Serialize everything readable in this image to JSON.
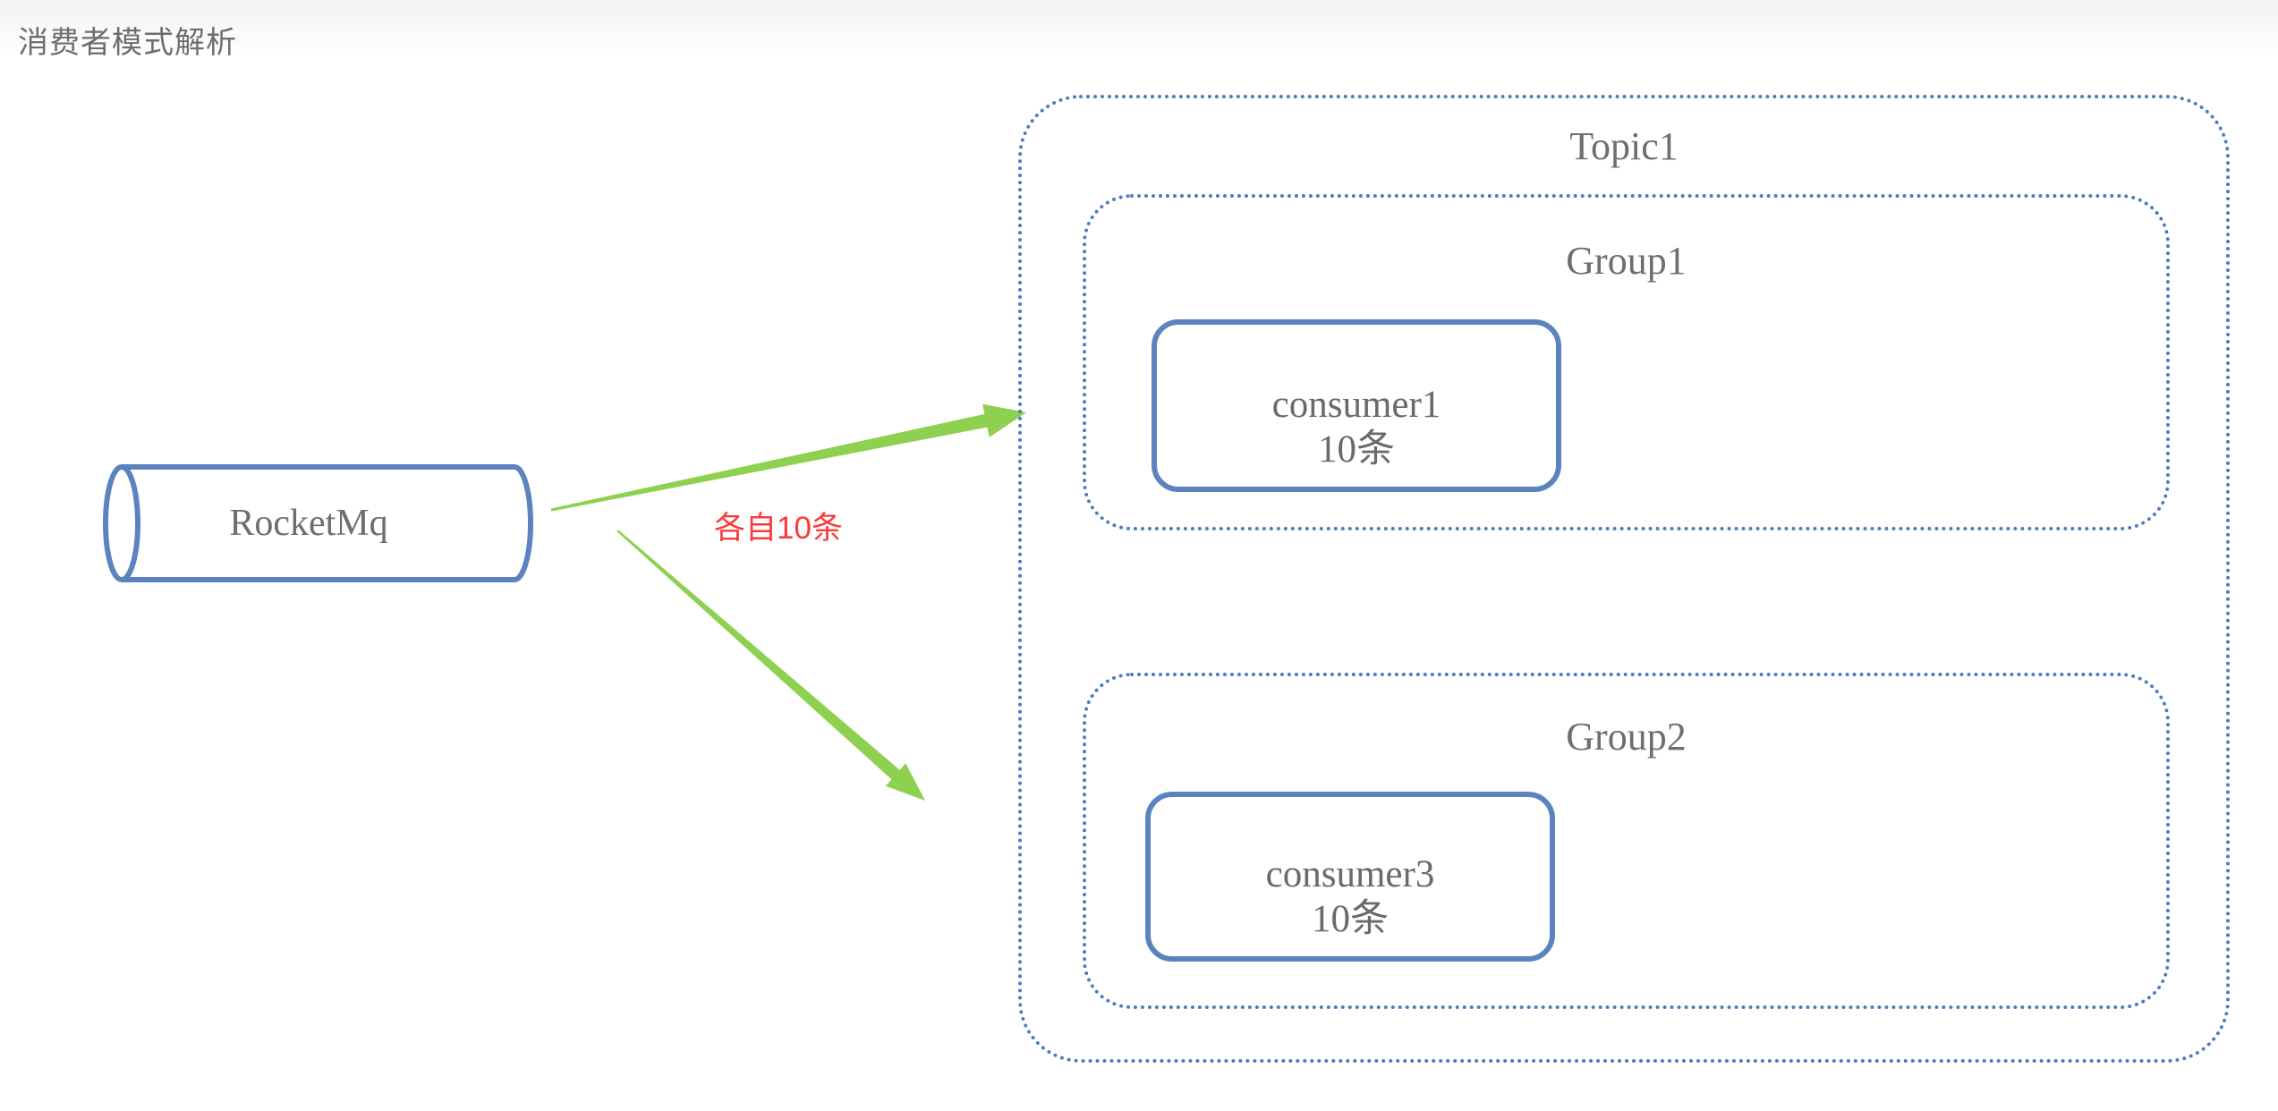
{
  "page": {
    "title": "消费者模式解析"
  },
  "source": {
    "label": "RocketMq",
    "shape": "horizontal-cylinder",
    "border_color": "#5b84be"
  },
  "arrows": {
    "annotation": "各自10条",
    "annotation_color": "#fb3b3b",
    "color": "#8ed04f",
    "targets": [
      "Group1",
      "Group2"
    ]
  },
  "topic": {
    "label": "Topic1",
    "border_color": "#4b7cbd",
    "groups": [
      {
        "label": "Group1",
        "consumer": {
          "name": "consumer1",
          "count": "10条"
        }
      },
      {
        "label": "Group2",
        "consumer": {
          "name": "consumer3",
          "count": "10条"
        }
      }
    ]
  },
  "colors": {
    "solid_border": "#5b84be",
    "dotted_border": "#4b7cbd",
    "label_text": "#6e6e6e",
    "arrow_green": "#8ed04f",
    "annotation_red": "#fb3b3b",
    "background": "#ffffff"
  }
}
